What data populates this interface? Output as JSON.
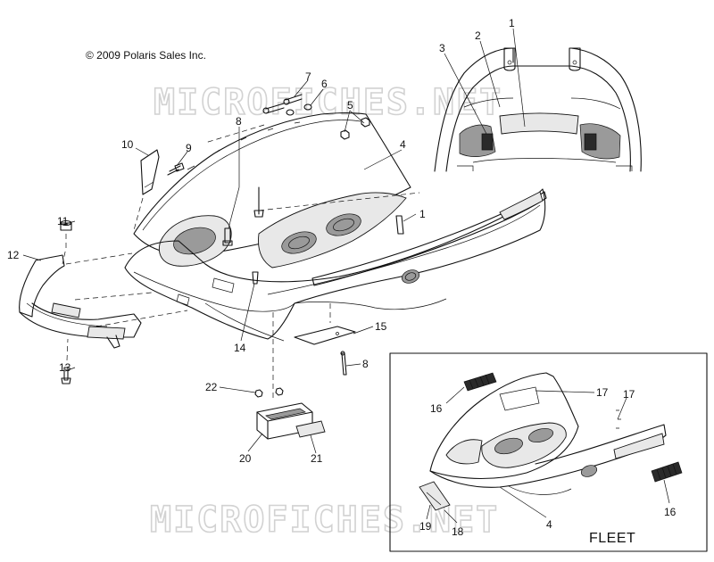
{
  "copyright": "© 2009 Polaris Sales Inc.",
  "watermark": "MICROFICHES.NET",
  "inset_label": "FLEET",
  "callouts": [
    {
      "id": "c1a",
      "text": "1"
    },
    {
      "id": "c2",
      "text": "2"
    },
    {
      "id": "c3",
      "text": "3"
    },
    {
      "id": "c7",
      "text": "7"
    },
    {
      "id": "c6",
      "text": "6"
    },
    {
      "id": "c5",
      "text": "5"
    },
    {
      "id": "c4a",
      "text": "4"
    },
    {
      "id": "c8a",
      "text": "8"
    },
    {
      "id": "c10",
      "text": "10"
    },
    {
      "id": "c9",
      "text": "9"
    },
    {
      "id": "c1b",
      "text": "1"
    },
    {
      "id": "c11",
      "text": "11"
    },
    {
      "id": "c12",
      "text": "12"
    },
    {
      "id": "c13",
      "text": "13"
    },
    {
      "id": "c14",
      "text": "14"
    },
    {
      "id": "c15",
      "text": "15"
    },
    {
      "id": "c8b",
      "text": "8"
    },
    {
      "id": "c22",
      "text": "22"
    },
    {
      "id": "c20",
      "text": "20"
    },
    {
      "id": "c21",
      "text": "21"
    },
    {
      "id": "c16a",
      "text": "16"
    },
    {
      "id": "c17a",
      "text": "17"
    },
    {
      "id": "c17b",
      "text": "17"
    },
    {
      "id": "c16b",
      "text": "16"
    },
    {
      "id": "c4b",
      "text": "4"
    },
    {
      "id": "c19",
      "text": "19"
    },
    {
      "id": "c18",
      "text": "18"
    }
  ]
}
